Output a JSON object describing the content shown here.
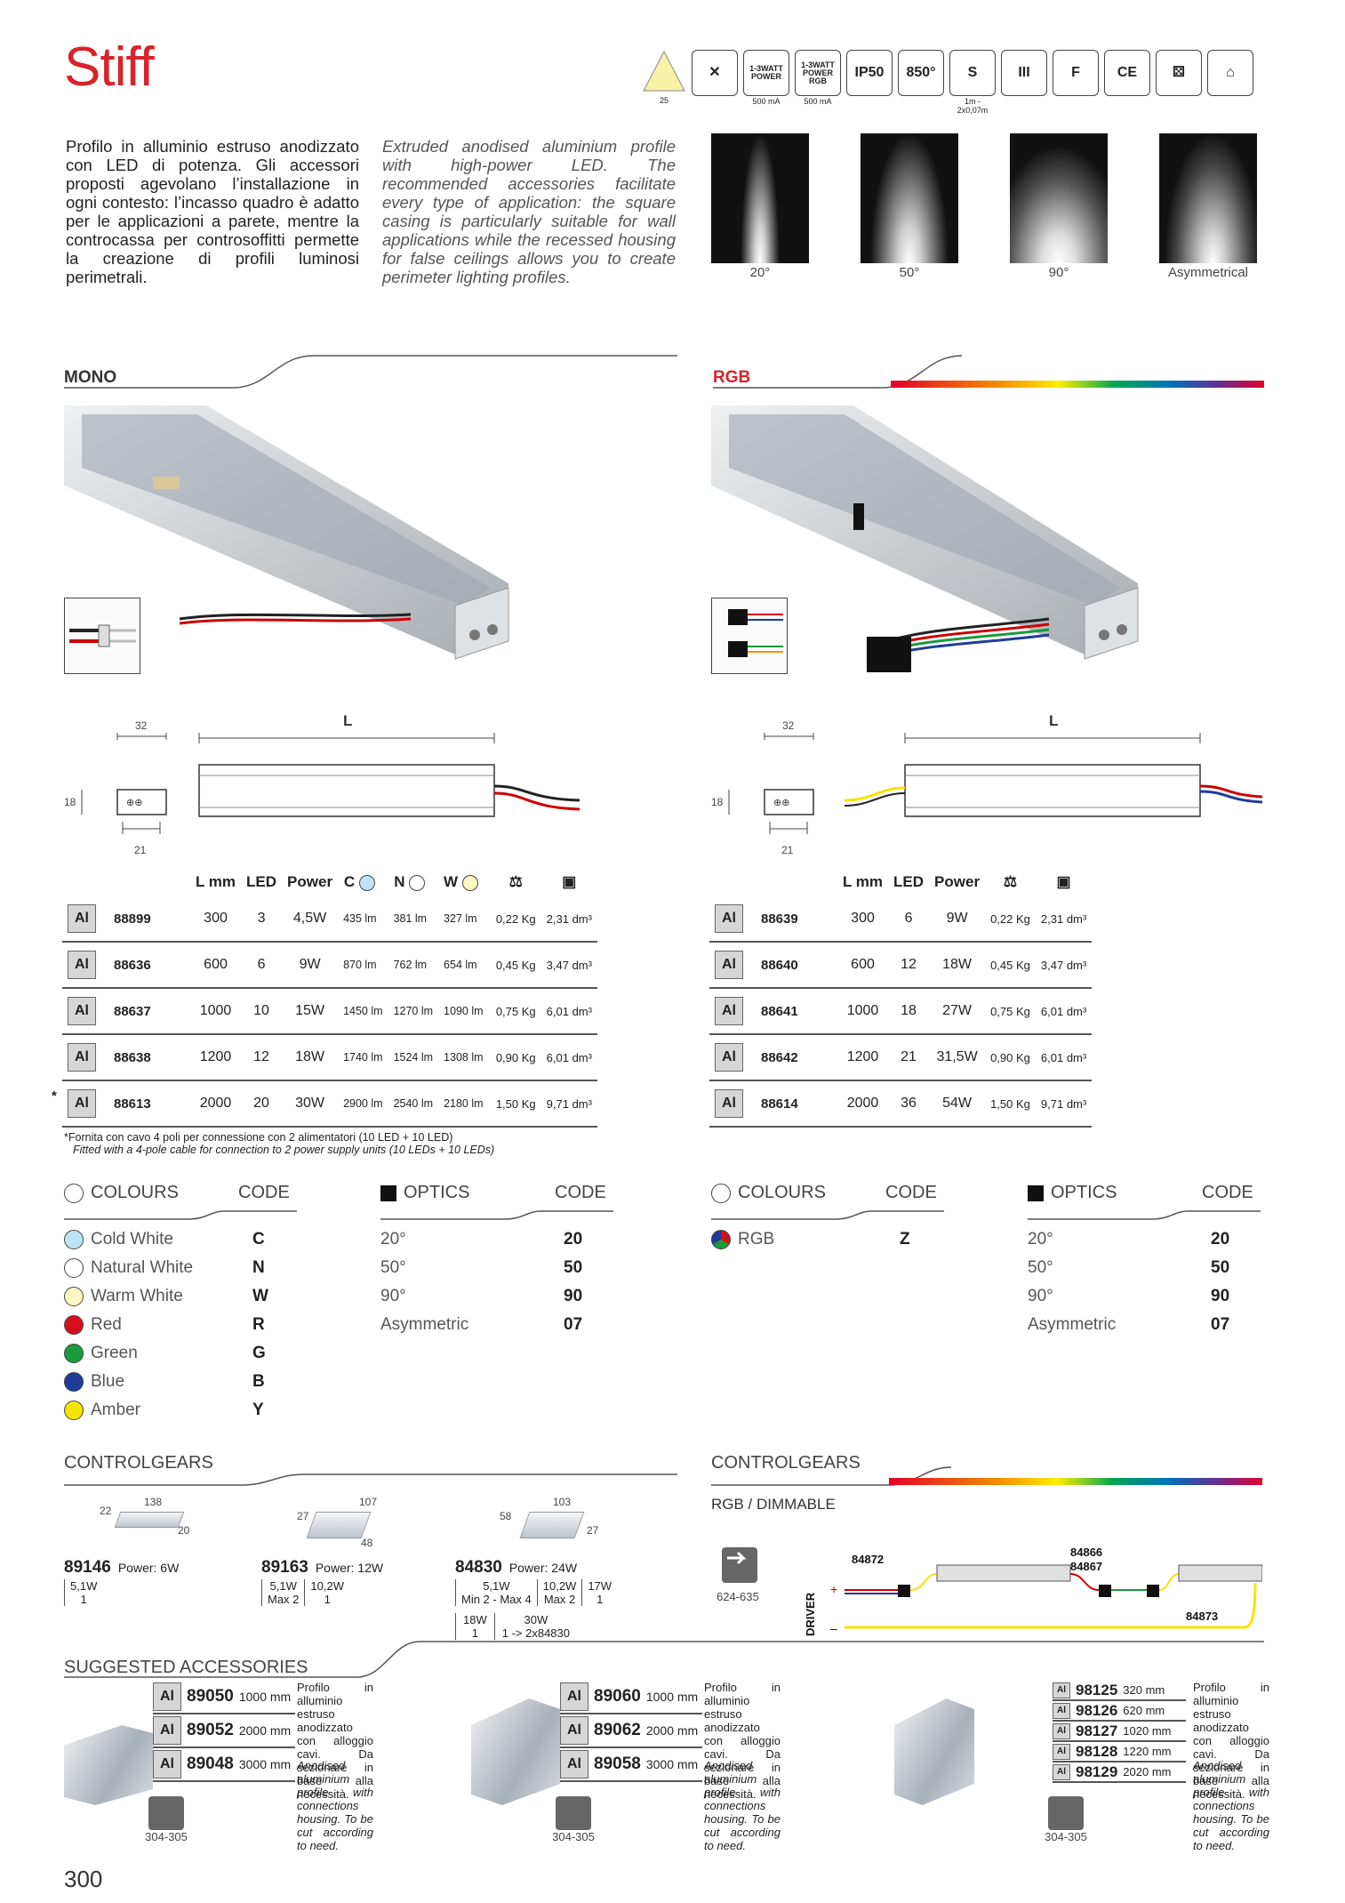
{
  "title": "Stiff",
  "icons": [
    {
      "name": "warning-triangle-icon",
      "label": "",
      "sub": "25"
    },
    {
      "name": "no-insulation-icon",
      "label": "✕",
      "sub": ""
    },
    {
      "name": "high-power-icon",
      "label": "1-3WATT POWER",
      "sub": "500 mA"
    },
    {
      "name": "high-power-rgb-icon",
      "label": "1-3WATT POWER RGB",
      "sub": "500 mA"
    },
    {
      "name": "ip50-icon",
      "label": "IP50",
      "sub": ""
    },
    {
      "name": "850-icon",
      "label": "850°",
      "sub": ""
    },
    {
      "name": "bend-icon",
      "label": "S",
      "sub": "1m - 2x0,07m"
    },
    {
      "name": "class-iii-icon",
      "label": "III",
      "sub": ""
    },
    {
      "name": "f-mark-icon",
      "label": "F",
      "sub": ""
    },
    {
      "name": "ce-icon",
      "label": "CE",
      "sub": ""
    },
    {
      "name": "dice-icon",
      "label": "⚄",
      "sub": ""
    },
    {
      "name": "house-icon",
      "label": "⌂",
      "sub": ""
    }
  ],
  "desc_it": "Profilo in alluminio estruso anodizzato con LED di potenza. Gli accessori proposti agevolano l’installazione in ogni contesto: l’incasso quadro è adatto per le applicazioni a parete, mentre la controcassa per controsoffitti permette la creazione di profili luminosi perimetrali.",
  "desc_en": "Extruded anodised aluminium profile with high-power LED. The recommended accessories facilitate every type of application: the square casing is particularly suitable for wall applications while the recessed housing for false ceilings allows you to create perimeter lighting profiles.",
  "beams": [
    "20°",
    "50°",
    "90°",
    "Asymmetrical"
  ],
  "mono": {
    "heading": "MONO",
    "dims": {
      "w": "32",
      "h": "18",
      "b": "21",
      "len": "L"
    },
    "headers": {
      "lmm": "L mm",
      "led": "LED",
      "power": "Power",
      "c": "C",
      "n": "N",
      "w": "W"
    },
    "rows": [
      {
        "mat": "Al",
        "code": "88899",
        "lmm": "300",
        "led": "3",
        "power": "4,5W",
        "c": "435 lm",
        "n": "381 lm",
        "w": "327 lm",
        "kg": "0,22 Kg",
        "vol": "2,31 dm³",
        "star": ""
      },
      {
        "mat": "Al",
        "code": "88636",
        "lmm": "600",
        "led": "6",
        "power": "9W",
        "c": "870 lm",
        "n": "762 lm",
        "w": "654 lm",
        "kg": "0,45 Kg",
        "vol": "3,47 dm³",
        "star": ""
      },
      {
        "mat": "Al",
        "code": "88637",
        "lmm": "1000",
        "led": "10",
        "power": "15W",
        "c": "1450 lm",
        "n": "1270 lm",
        "w": "1090 lm",
        "kg": "0,75 Kg",
        "vol": "6,01 dm³",
        "star": ""
      },
      {
        "mat": "Al",
        "code": "88638",
        "lmm": "1200",
        "led": "12",
        "power": "18W",
        "c": "1740 lm",
        "n": "1524 lm",
        "w": "1308 lm",
        "kg": "0,90 Kg",
        "vol": "6,01 dm³",
        "star": ""
      },
      {
        "mat": "Al",
        "code": "88613",
        "lmm": "2000",
        "led": "20",
        "power": "30W",
        "c": "2900 lm",
        "n": "2540 lm",
        "w": "2180 lm",
        "kg": "1,50 Kg",
        "vol": "9,71 dm³",
        "star": "*"
      }
    ],
    "note_it": "*Fornita con cavo 4 poli per connessione con 2 alimentatori (10 LED + 10 LED)",
    "note_en": "Fitted with a 4-pole cable for connection to 2 power supply units (10 LEDs + 10 LEDs)"
  },
  "rgb": {
    "heading": "RGB",
    "dims": {
      "w": "32",
      "h": "18",
      "b": "21",
      "len": "L"
    },
    "headers": {
      "lmm": "L mm",
      "led": "LED",
      "power": "Power"
    },
    "rows": [
      {
        "mat": "Al",
        "code": "88639",
        "lmm": "300",
        "led": "6",
        "power": "9W",
        "kg": "0,22 Kg",
        "vol": "2,31 dm³"
      },
      {
        "mat": "Al",
        "code": "88640",
        "lmm": "600",
        "led": "12",
        "power": "18W",
        "kg": "0,45 Kg",
        "vol": "3,47 dm³"
      },
      {
        "mat": "Al",
        "code": "88641",
        "lmm": "1000",
        "led": "18",
        "power": "27W",
        "kg": "0,75 Kg",
        "vol": "6,01 dm³"
      },
      {
        "mat": "Al",
        "code": "88642",
        "lmm": "1200",
        "led": "21",
        "power": "31,5W",
        "kg": "0,90 Kg",
        "vol": "6,01 dm³"
      },
      {
        "mat": "Al",
        "code": "88614",
        "lmm": "2000",
        "led": "36",
        "power": "54W",
        "kg": "1,50 Kg",
        "vol": "9,71 dm³"
      }
    ]
  },
  "colours_label": "COLOURS",
  "code_label": "CODE",
  "optics_label": "OPTICS",
  "mono_colours": [
    {
      "name": "Cold White",
      "code": "C",
      "color": "#bfe3f6"
    },
    {
      "name": "Natural White",
      "code": "N",
      "color": "#ffffff"
    },
    {
      "name": "Warm White",
      "code": "W",
      "color": "#fdf6c3"
    },
    {
      "name": "Red",
      "code": "R",
      "color": "#d40f1c"
    },
    {
      "name": "Green",
      "code": "G",
      "color": "#1a9a3c"
    },
    {
      "name": "Blue",
      "code": "B",
      "color": "#1f3c99"
    },
    {
      "name": "Amber",
      "code": "Y",
      "color": "#f5e400"
    }
  ],
  "rgb_colours": [
    {
      "name": "RGB",
      "code": "Z"
    }
  ],
  "optics": [
    {
      "name": "20°",
      "code": "20"
    },
    {
      "name": "50°",
      "code": "50"
    },
    {
      "name": "90°",
      "code": "90"
    },
    {
      "name": "Asymmetric",
      "code": "07"
    }
  ],
  "controlgears_label": "CONTROLGEARS",
  "mono_cg": [
    {
      "code": "89146",
      "power": "Power: 6W",
      "d1": "22",
      "d2": "138",
      "d3": "20",
      "cols": [
        [
          "5,1W",
          "1"
        ]
      ]
    },
    {
      "code": "89163",
      "power": "Power: 12W",
      "d1": "27",
      "d2": "107",
      "d3": "48",
      "cols": [
        [
          "5,1W",
          "Max 2"
        ],
        [
          "10,2W",
          "1"
        ]
      ]
    },
    {
      "code": "84830",
      "power": "Power: 24W",
      "d1": "58",
      "d2": "103",
      "d3": "27",
      "cols": [
        [
          "5,1W",
          "Min 2 - Max 4"
        ],
        [
          "10,2W",
          "Max 2"
        ],
        [
          "17W",
          "1"
        ]
      ],
      "cols2": [
        [
          "18W",
          "1"
        ],
        [
          "30W",
          "1 -> 2x84830"
        ]
      ]
    }
  ],
  "rgb_cg": {
    "label": "RGB / DIMMABLE",
    "ref": "624-635",
    "driver": "DRIVER",
    "plus": "+",
    "minus": "–",
    "c1": "84872",
    "c2": "84866",
    "c3": "84867",
    "c4": "84873"
  },
  "accessories_label": "SUGGESTED ACCESSORIES",
  "acc": [
    {
      "rows": [
        [
          "Al",
          "89050",
          "1000 mm"
        ],
        [
          "Al",
          "89052",
          "2000 mm"
        ],
        [
          "Al",
          "89048",
          "3000 mm"
        ]
      ],
      "ref": "304-305",
      "it": "Profilo in alluminio estruso anodizzato con alloggio cavi. Da sezionare in base alla necessità.",
      "en": "Anodised aluminium profile with connections housing. To be cut according to need."
    },
    {
      "rows": [
        [
          "Al",
          "89060",
          "1000 mm"
        ],
        [
          "Al",
          "89062",
          "2000 mm"
        ],
        [
          "Al",
          "89058",
          "3000 mm"
        ]
      ],
      "ref": "304-305",
      "it": "Profilo in alluminio estruso anodizzato con alloggio cavi. Da sezionare in base alla necessità.",
      "en": "Anodised aluminium profile with connections housing. To be cut according to need."
    },
    {
      "rows": [
        [
          "Al",
          "98125",
          "320 mm"
        ],
        [
          "Al",
          "98126",
          "620 mm"
        ],
        [
          "Al",
          "98127",
          "1020 mm"
        ],
        [
          "Al",
          "98128",
          "1220 mm"
        ],
        [
          "Al",
          "98129",
          "2020 mm"
        ]
      ],
      "ref": "304-305",
      "it": "Profilo in alluminio estruso anodizzato con alloggio cavi. Da sezionare in base alla necessità.",
      "en": "Anodised aluminium profile with connections housing. To be cut according to need."
    }
  ],
  "page_number": "300"
}
